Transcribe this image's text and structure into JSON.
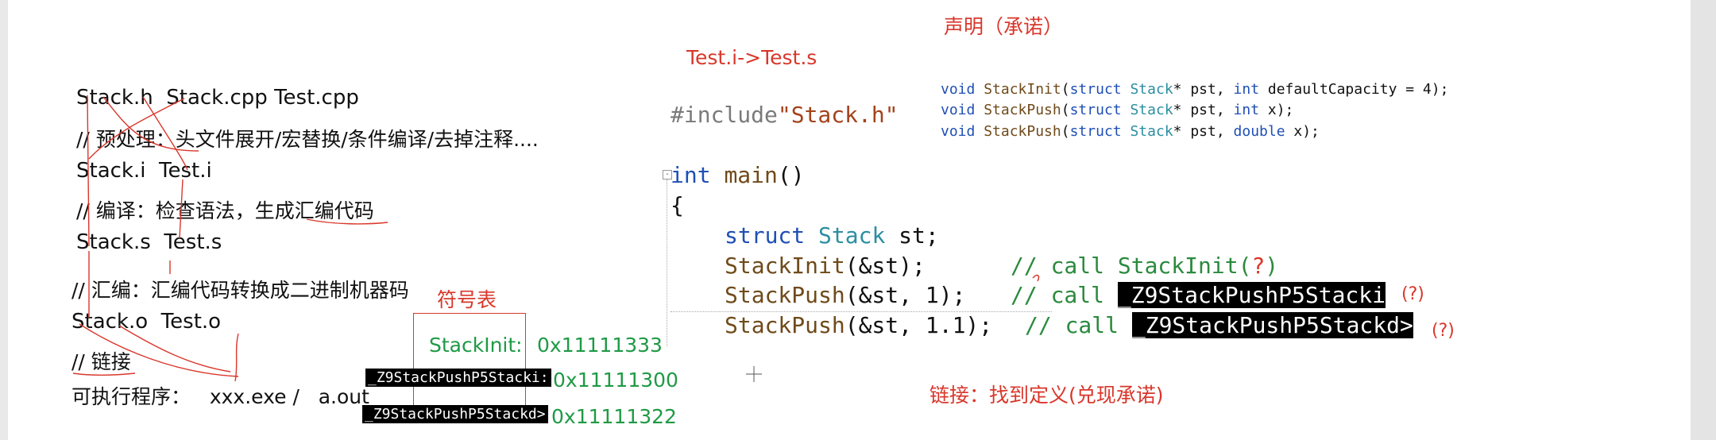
{
  "left_notes": {
    "files": "Stack.h  Stack.cpp Test.cpp",
    "preprocess": "// 预处理：头文件展开/宏替换/条件编译/去掉注释....",
    "i_files": "Stack.i  Test.i",
    "compile": "// 编译：检查语法，生成汇编代码",
    "s_files": "Stack.s  Test.s",
    "assemble": "// 汇编：汇编代码转换成二进制机器码",
    "o_files": "Stack.o  Test.o",
    "link": "// 链接",
    "exe": "可执行程序：   xxx.exe /   a.out"
  },
  "symbol_table": {
    "title": "符号表",
    "rows": [
      {
        "name": "StackInit:",
        "addr": "0x11111333"
      },
      {
        "name": "_Z9StackPushP5Stacki:",
        "addr": "0x11111300"
      },
      {
        "name": "_Z9StackPushP5Stackd>",
        "addr": "0x11111322"
      }
    ]
  },
  "annotations": {
    "test_i_s": "Test.i->Test.s",
    "declaration": "声明（承诺）",
    "linking": "链接：找到定义(兑现承诺)",
    "question_mark": "(?)"
  },
  "declarations": [
    {
      "ret": "void",
      "name": "StackInit",
      "args_pre": "(",
      "kw": "struct",
      "type": "Stack",
      "rest": "* pst, ",
      "kw2": "int",
      "rest2": " defaultCapacity = 4);"
    },
    {
      "ret": "void",
      "name": "StackPush",
      "args_pre": "(",
      "kw": "struct",
      "type": "Stack",
      "rest": "* pst, ",
      "kw2": "int",
      "rest2": " x);"
    },
    {
      "ret": "void",
      "name": "StackPush",
      "args_pre": "(",
      "kw": "struct",
      "type": "Stack",
      "rest": "* pst, ",
      "kw2": "double",
      "rest2": " x);"
    }
  ],
  "code": {
    "include_directive": "#include",
    "include_file": "\"Stack.h\"",
    "main_kw": "int",
    "main_name": "main",
    "main_paren": "()",
    "open_brace": "{",
    "line_struct_kw": "struct",
    "line_struct_type": "Stack",
    "line_struct_var": " st;",
    "call1": "StackInit",
    "call1_args": "(&st);",
    "call1_comment": "// call StackInit(",
    "call1_q": "?",
    "call1_close": ")",
    "call2": "StackPush",
    "call2_args": "(&st, 1);",
    "call2_comment": "// call ",
    "call2_mangled": "_Z9StackPushP5Stacki",
    "call3": "StackPush",
    "call3_args": "(&st, 1.1);",
    "call3_comment": "// call ",
    "call3_mangled": "_Z9StackPushP5Stackd>"
  }
}
